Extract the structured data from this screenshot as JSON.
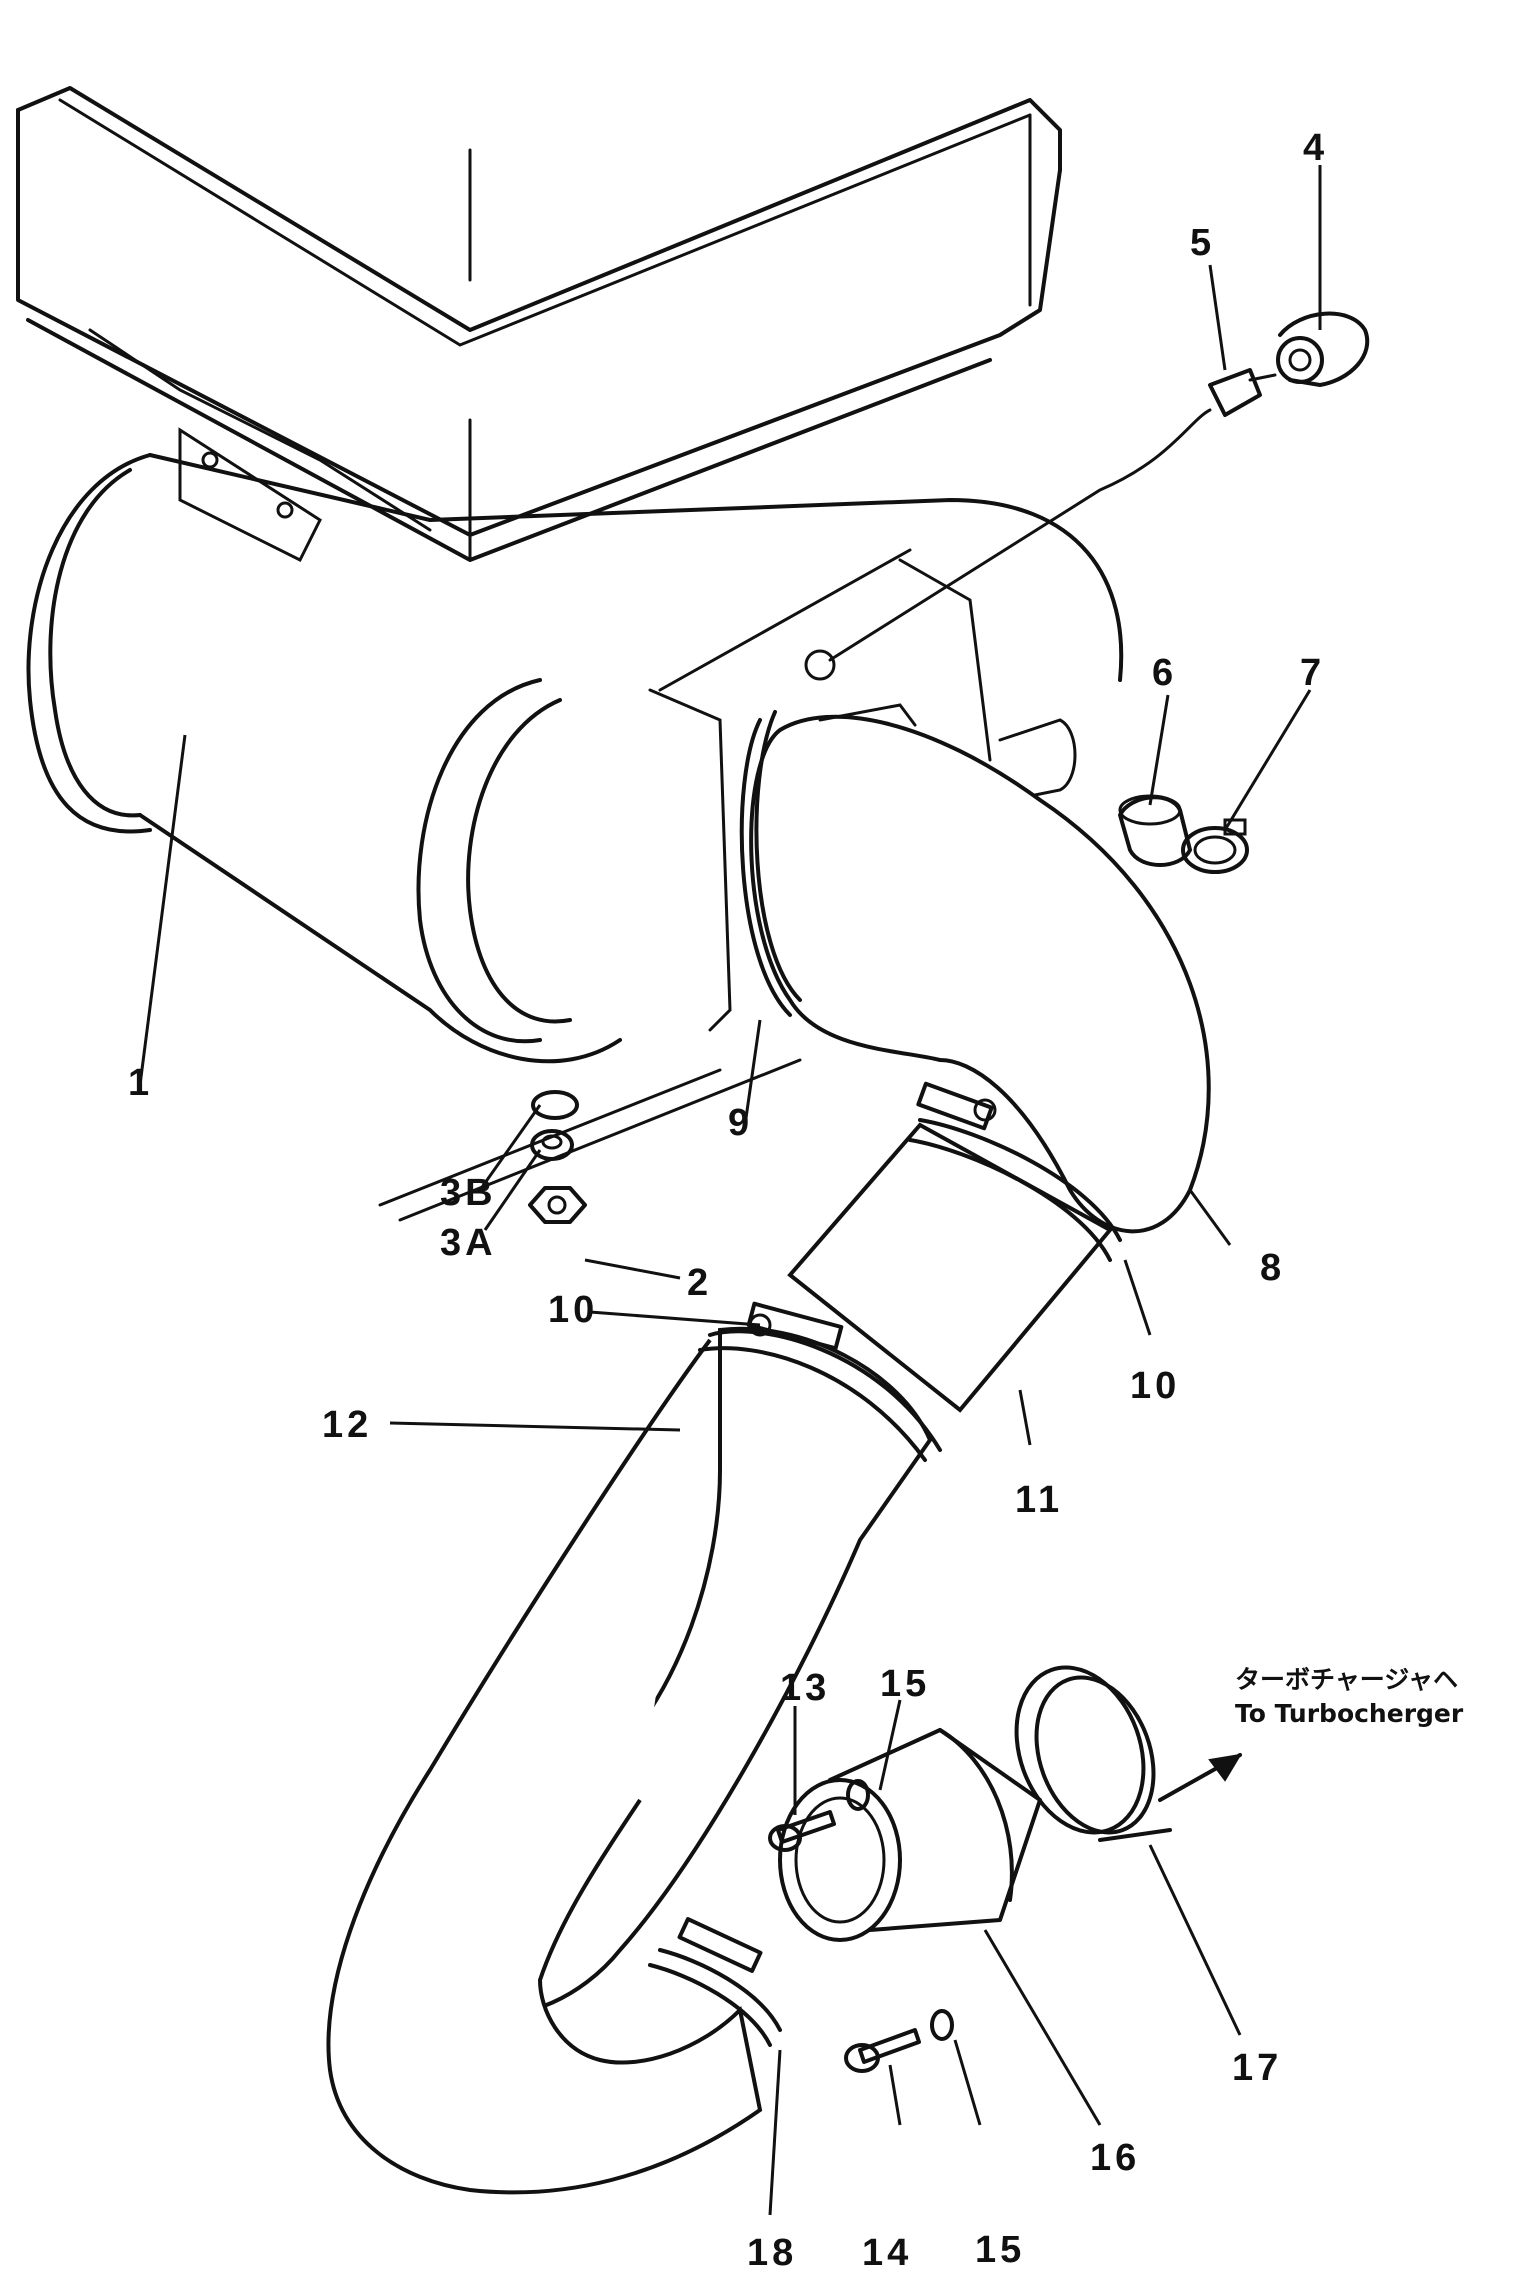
{
  "callouts": {
    "c1": "1",
    "c2": "2",
    "c3a": "3A",
    "c3b": "3B",
    "c4": "4",
    "c5": "5",
    "c6": "6",
    "c7": "7",
    "c8": "8",
    "c9": "9",
    "c10a": "10",
    "c10b": "10",
    "c11": "11",
    "c12": "12",
    "c13": "13",
    "c14": "14",
    "c15a": "15",
    "c15b": "15",
    "c16": "16",
    "c17": "17",
    "c18": "18"
  },
  "note": {
    "japanese": "ターボチャージャヘ",
    "english": "To Turbocherger"
  }
}
